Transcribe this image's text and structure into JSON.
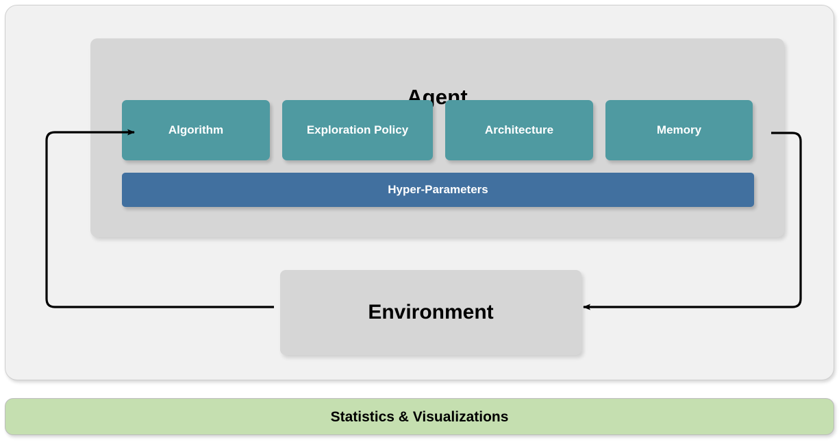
{
  "diagram": {
    "title_visible": false,
    "agent": {
      "label": "Agent",
      "components": [
        {
          "label": "Algorithm",
          "name": "algorithm",
          "color": "#4f9aa1"
        },
        {
          "label": "Exploration Policy",
          "name": "exploration-policy",
          "color": "#4f9aa1"
        },
        {
          "label": "Architecture",
          "name": "architecture",
          "color": "#4f9aa1"
        },
        {
          "label": "Memory",
          "name": "memory",
          "color": "#4f9aa1"
        }
      ],
      "hyper_parameters": {
        "label": "Hyper-Parameters",
        "color": "#41709f"
      },
      "container_color": "#d6d6d6"
    },
    "environment": {
      "label": "Environment",
      "container_color": "#d6d6d6"
    },
    "statistics_bar": {
      "label": "Statistics & Visualizations",
      "color": "#c5dfb0"
    },
    "connections": [
      {
        "name": "environment-to-agent",
        "from": "Environment",
        "to": "Agent",
        "direction": "left-loop",
        "arrow_at": "Agent"
      },
      {
        "name": "agent-to-environment",
        "from": "Agent",
        "to": "Environment",
        "direction": "right-loop",
        "arrow_at": "Environment"
      }
    ],
    "colors": {
      "panel_background": "#f1f1f1",
      "panel_border": "#cfcfcf",
      "component_teal": "#4f9aa1",
      "hyper_blue": "#41709f",
      "stats_green": "#c5dfb0",
      "box_gray": "#d6d6d6",
      "arrow_stroke": "#000000",
      "text_light": "#ffffff",
      "text_dark": "#000000"
    }
  }
}
